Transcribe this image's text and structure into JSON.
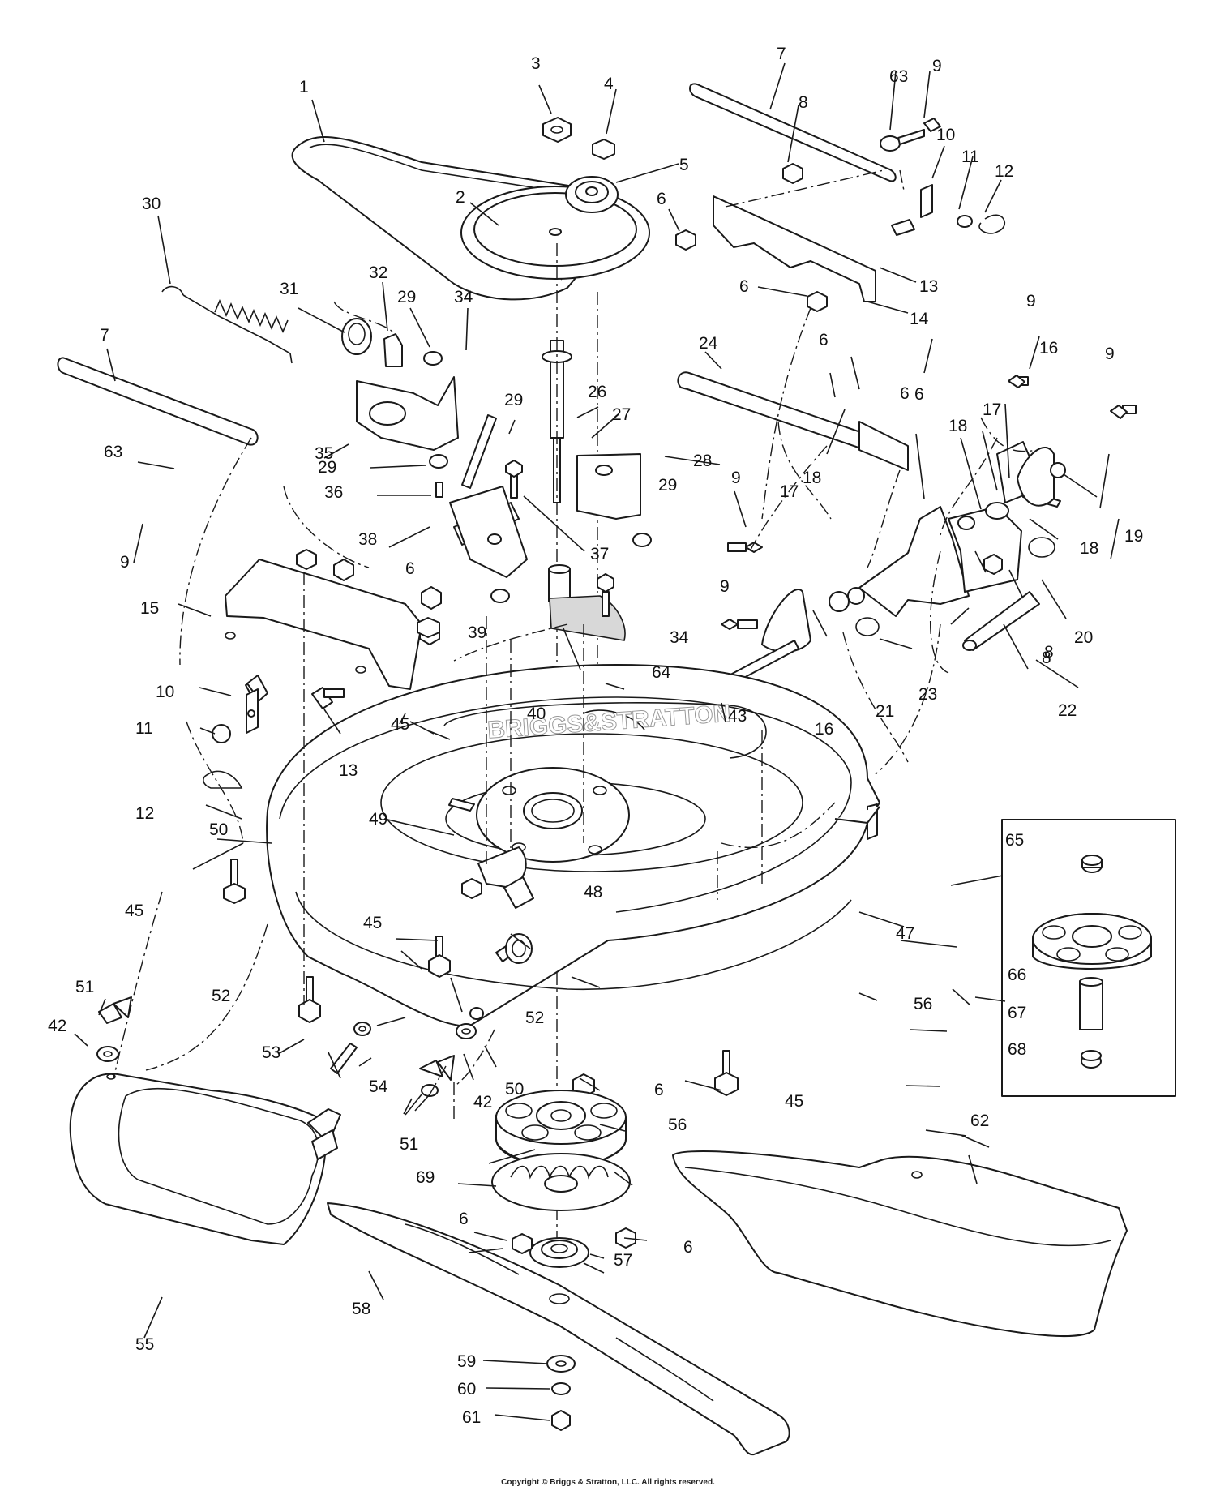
{
  "watermark": "BRIGGS&STRATTON",
  "copyright": "Copyright © Briggs & Stratton, LLC. All rights reserved.",
  "callouts": [
    {
      "label": "1"
    },
    {
      "label": "2"
    },
    {
      "label": "3"
    },
    {
      "label": "4"
    },
    {
      "label": "5"
    },
    {
      "label": "7"
    },
    {
      "label": "8"
    },
    {
      "label": "63"
    },
    {
      "label": "9"
    },
    {
      "label": "10"
    },
    {
      "label": "11"
    },
    {
      "label": "12"
    },
    {
      "label": "6"
    },
    {
      "label": "13"
    },
    {
      "label": "6"
    },
    {
      "label": "14"
    },
    {
      "label": "30"
    },
    {
      "label": "31"
    },
    {
      "label": "32"
    },
    {
      "label": "29"
    },
    {
      "label": "34"
    },
    {
      "label": "7"
    },
    {
      "label": "63"
    },
    {
      "label": "9"
    },
    {
      "label": "35"
    },
    {
      "label": "29"
    },
    {
      "label": "36"
    },
    {
      "label": "38"
    },
    {
      "label": "29"
    },
    {
      "label": "26"
    },
    {
      "label": "27"
    },
    {
      "label": "28"
    },
    {
      "label": "29"
    },
    {
      "label": "37"
    },
    {
      "label": "24"
    },
    {
      "label": "6"
    },
    {
      "label": "9"
    },
    {
      "label": "16"
    },
    {
      "label": "9"
    },
    {
      "label": "6"
    },
    {
      "label": "18"
    },
    {
      "label": "17"
    },
    {
      "label": "18"
    },
    {
      "label": "19"
    },
    {
      "label": "9"
    },
    {
      "label": "17"
    },
    {
      "label": "18"
    },
    {
      "label": "8"
    },
    {
      "label": "6"
    },
    {
      "label": "20"
    },
    {
      "label": "15"
    },
    {
      "label": "6"
    },
    {
      "label": "39"
    },
    {
      "label": "34"
    },
    {
      "label": "64"
    },
    {
      "label": "9"
    },
    {
      "label": "16"
    },
    {
      "label": "21"
    },
    {
      "label": "23"
    },
    {
      "label": "8"
    },
    {
      "label": "22"
    },
    {
      "label": "10"
    },
    {
      "label": "11"
    },
    {
      "label": "13"
    },
    {
      "label": "40"
    },
    {
      "label": "43"
    },
    {
      "label": "45"
    },
    {
      "label": "12"
    },
    {
      "label": "50"
    },
    {
      "label": "49"
    },
    {
      "label": "45"
    },
    {
      "label": "48"
    },
    {
      "label": "47"
    },
    {
      "label": "65"
    },
    {
      "label": "66"
    },
    {
      "label": "56"
    },
    {
      "label": "67"
    },
    {
      "label": "68"
    },
    {
      "label": "51"
    },
    {
      "label": "42"
    },
    {
      "label": "45"
    },
    {
      "label": "52"
    },
    {
      "label": "52"
    },
    {
      "label": "53"
    },
    {
      "label": "54"
    },
    {
      "label": "50"
    },
    {
      "label": "42"
    },
    {
      "label": "6"
    },
    {
      "label": "45"
    },
    {
      "label": "51"
    },
    {
      "label": "56"
    },
    {
      "label": "62"
    },
    {
      "label": "69"
    },
    {
      "label": "6"
    },
    {
      "label": "6"
    },
    {
      "label": "57"
    },
    {
      "label": "55"
    },
    {
      "label": "58"
    },
    {
      "label": "59"
    },
    {
      "label": "60"
    },
    {
      "label": "61"
    }
  ]
}
